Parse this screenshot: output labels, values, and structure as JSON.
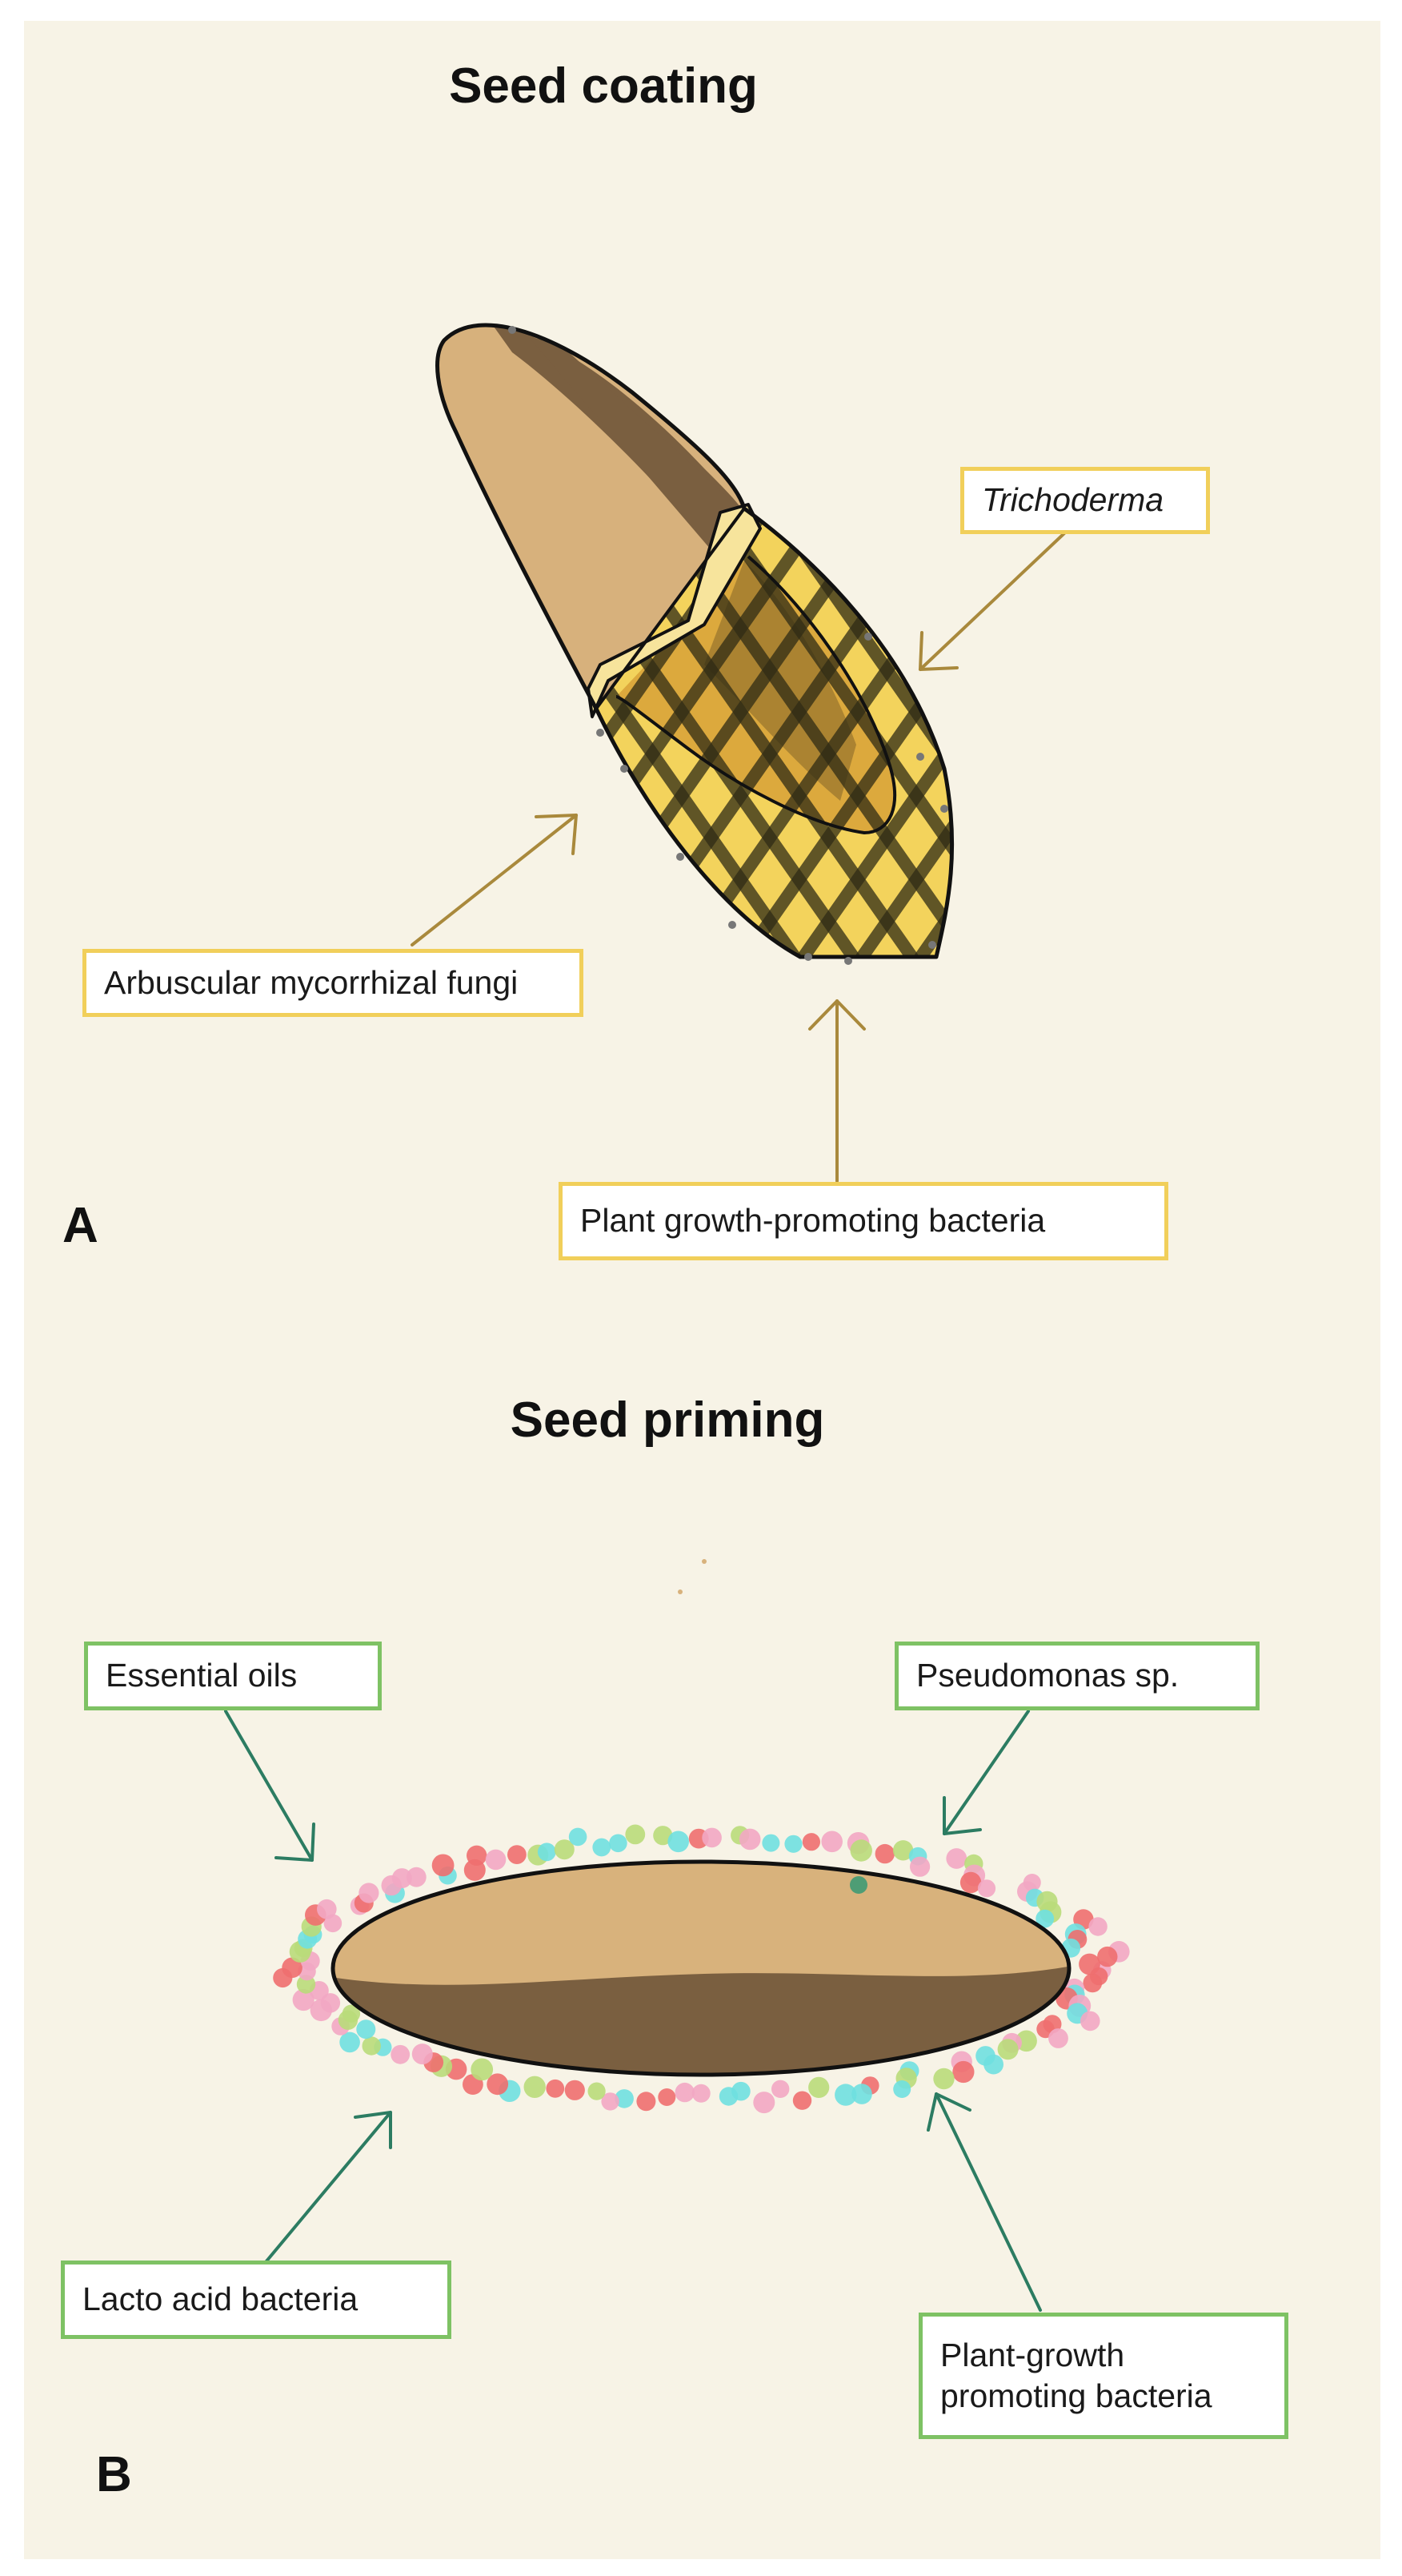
{
  "panel_a": {
    "title": "Seed coating",
    "letter": "A",
    "labels": {
      "trichoderma": "Trichoderma",
      "amf": "Arbuscular mycorrhizal fungi",
      "pgpb": "Plant growth-promoting bacteria"
    }
  },
  "panel_b": {
    "title": "Seed priming",
    "letter": "B",
    "labels": {
      "essential_oils": "Essential oils",
      "pseudomonas": "Pseudomonas sp.",
      "lab": "Lacto acid bacteria",
      "pgpb": "Plant-growth promoting bacteria"
    }
  },
  "colors": {
    "background": "#f7f3e6",
    "seed_light": "#d7b17c",
    "seed_dark": "#7a5f40",
    "coating": "#f3d35c",
    "yellow_arrow": "#a9893c",
    "green_arrow": "#2c7c62",
    "yellow_border": "#f1cf5a",
    "green_border": "#7ec264"
  }
}
